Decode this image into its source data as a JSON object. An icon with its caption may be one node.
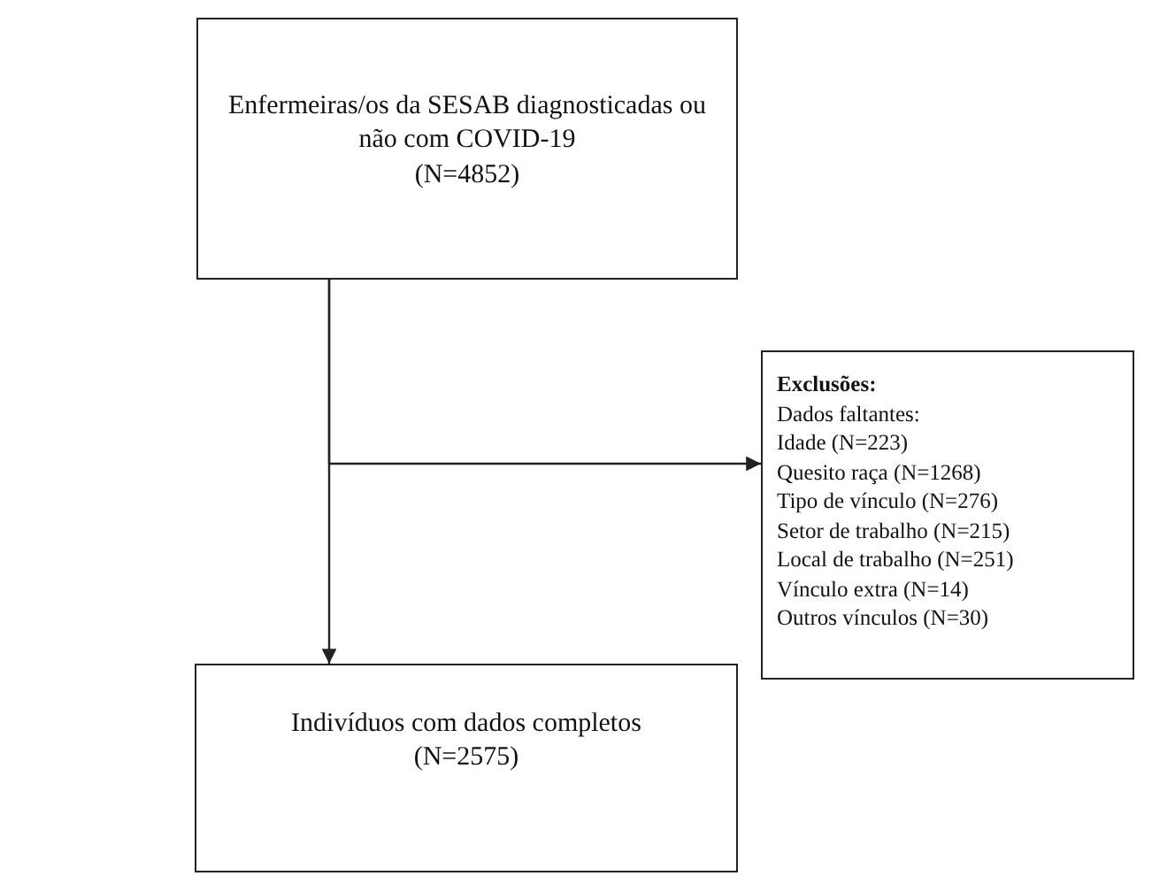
{
  "diagram": {
    "nodes": [
      {
        "text": [
          "Enfermeiras/os da SESAB diagnosticadas ou não com COVID-19",
          "(N=4852)"
        ]
      },
      {
        "text": [
          "Exclusões:",
          "Dados faltantes:",
          "Idade (N=223)",
          "Quesito raça (N=1268)",
          "Tipo de vínculo (N=276)",
          "Setor de trabalho (N=215)",
          "Local de trabalho (N=251)",
          "Vínculo extra (N=14)",
          "Outros vínculos (N=30)"
        ]
      },
      {
        "text": [
          "Indivíduos com dados completos",
          "(N=2575)"
        ]
      }
    ],
    "edges": [
      {
        "from": 0,
        "to": 1,
        "arrow": "to"
      },
      {
        "from": 0,
        "to": 2,
        "arrow": "to"
      }
    ]
  }
}
